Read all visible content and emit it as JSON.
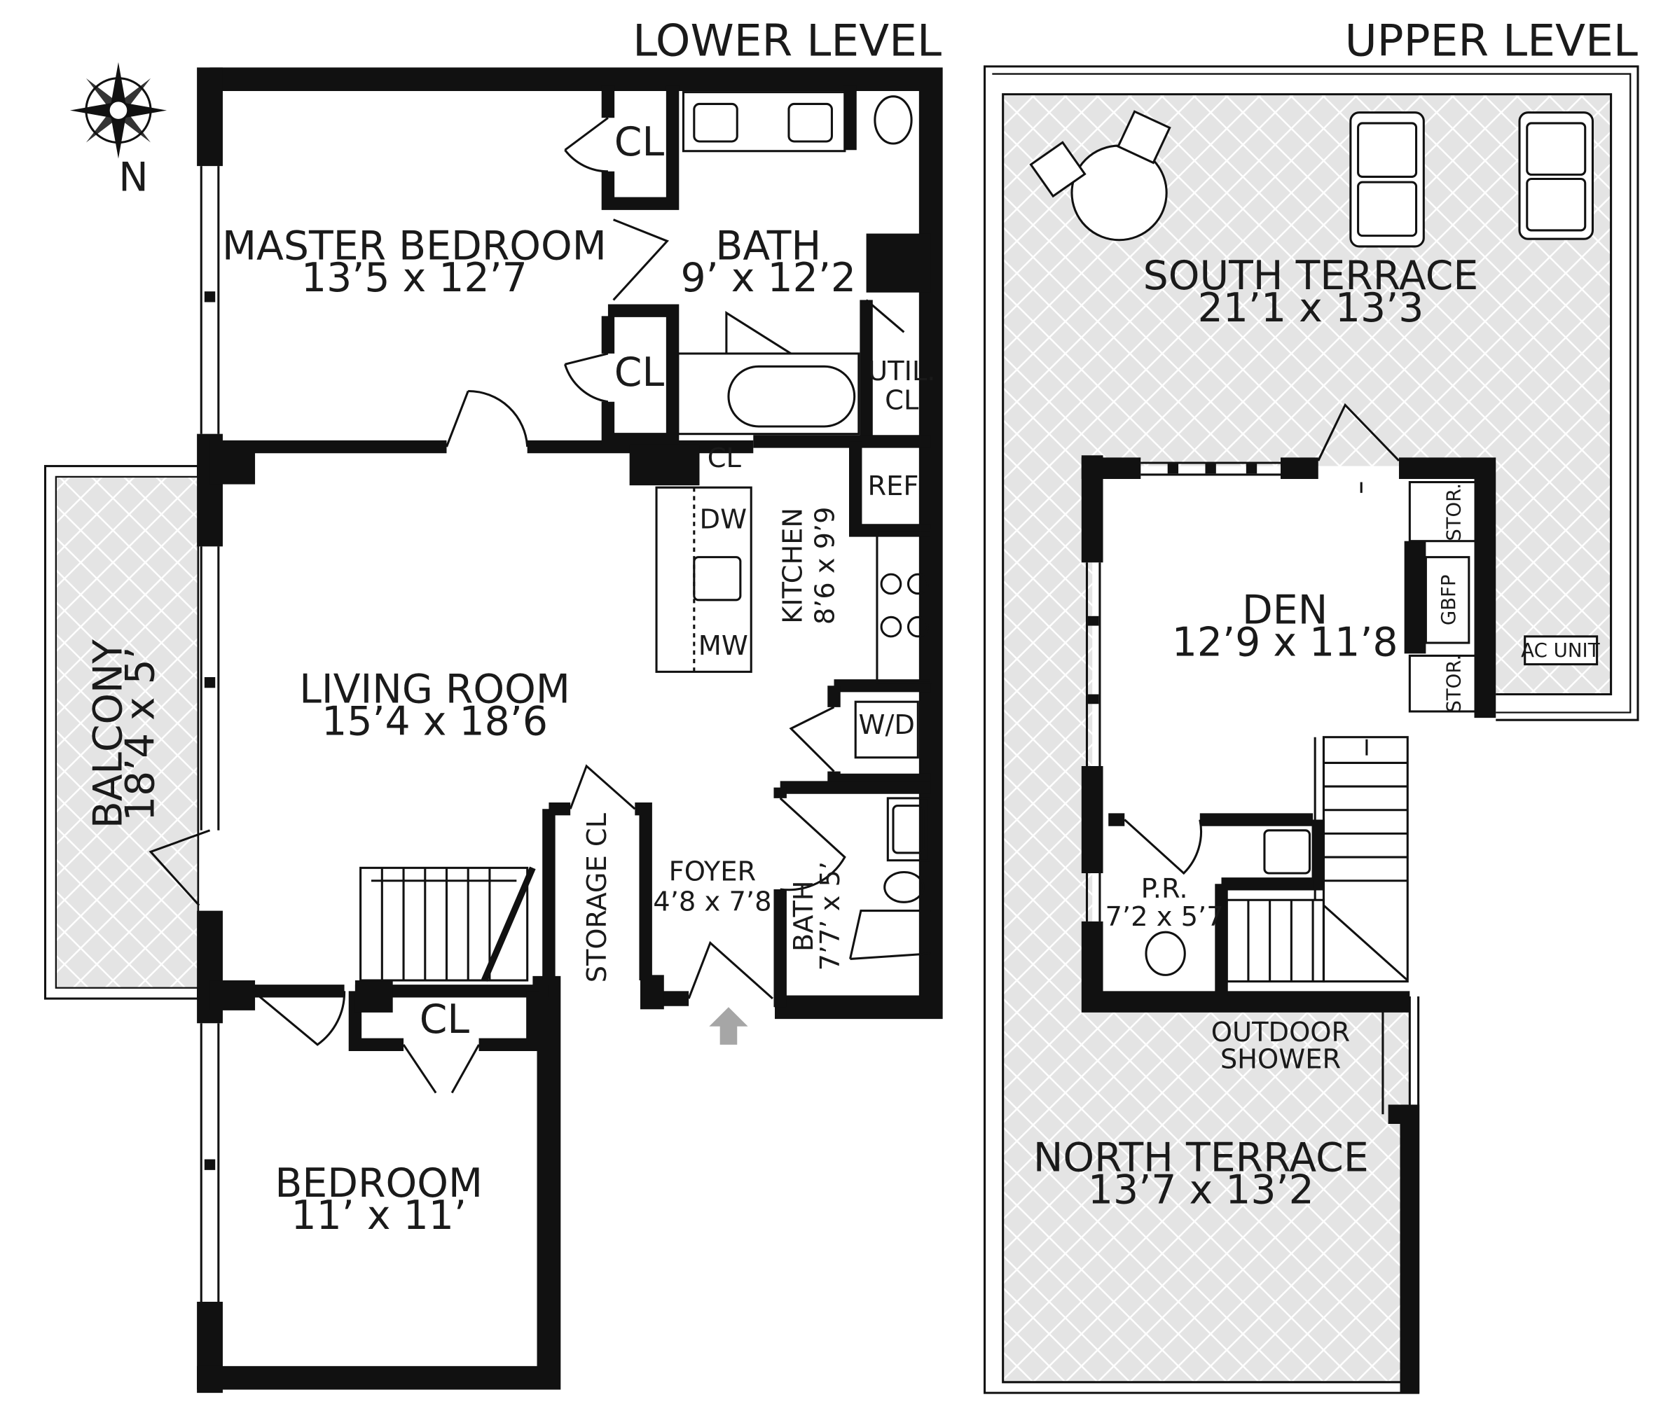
{
  "levels": {
    "lower": "LOWER LEVEL",
    "upper": "UPPER LEVEL"
  },
  "compass": {
    "label": "N",
    "icon": "compass-rose-icon"
  },
  "rooms": {
    "master_bedroom": {
      "name": "MASTER BEDROOM",
      "size": "13’5 x 12’7"
    },
    "bath_main": {
      "name": "BATH",
      "size": "9’ x 12’2"
    },
    "cl_master_1": {
      "name": "CL"
    },
    "cl_master_2": {
      "name": "CL"
    },
    "util": {
      "name": "UTIL.",
      "name2": "CL"
    },
    "cl_kitchen": {
      "name": "CL"
    },
    "ref": {
      "name": "REF"
    },
    "dw": {
      "name": "DW"
    },
    "mw": {
      "name": "MW"
    },
    "kitchen": {
      "name": "KITCHEN",
      "size": "8’6 x 9’9"
    },
    "wd": {
      "name": "W/D"
    },
    "living_room": {
      "name": "LIVING ROOM",
      "size": "15’4 x 18’6"
    },
    "balcony": {
      "name": "BALCONY",
      "size": "18’4 x 5’"
    },
    "storage_cl": {
      "name": "STORAGE CL"
    },
    "foyer": {
      "name": "FOYER",
      "size": "4’8 x 7’8"
    },
    "bath_small": {
      "name": "BATH",
      "size": "7’7’ x 5’"
    },
    "cl_bedroom": {
      "name": "CL"
    },
    "bedroom": {
      "name": "BEDROOM",
      "size": "11’ x 11’"
    },
    "south_terrace": {
      "name": "SOUTH TERRACE",
      "size": "21’1 x 13’3"
    },
    "den": {
      "name": "DEN",
      "size": "12’9 x 11’8"
    },
    "stor_1": {
      "name": "STOR."
    },
    "gbfp": {
      "name": "GBFP"
    },
    "stor_2": {
      "name": "STOR."
    },
    "ac_unit": {
      "name": "AC UNIT"
    },
    "powder_room": {
      "name": "P.R.",
      "size": "7’2 x 5’7"
    },
    "outdoor_shower": {
      "name": "OUTDOOR",
      "name2": "SHOWER"
    },
    "north_terrace": {
      "name": "NORTH TERRACE",
      "size": "13’7 x 13’2"
    }
  },
  "colors": {
    "wall": "#111111",
    "terrace_fill": "#e4e4e4",
    "terrace_hatch": "#ffffff",
    "entry_arrow": "#a6a6a6"
  }
}
